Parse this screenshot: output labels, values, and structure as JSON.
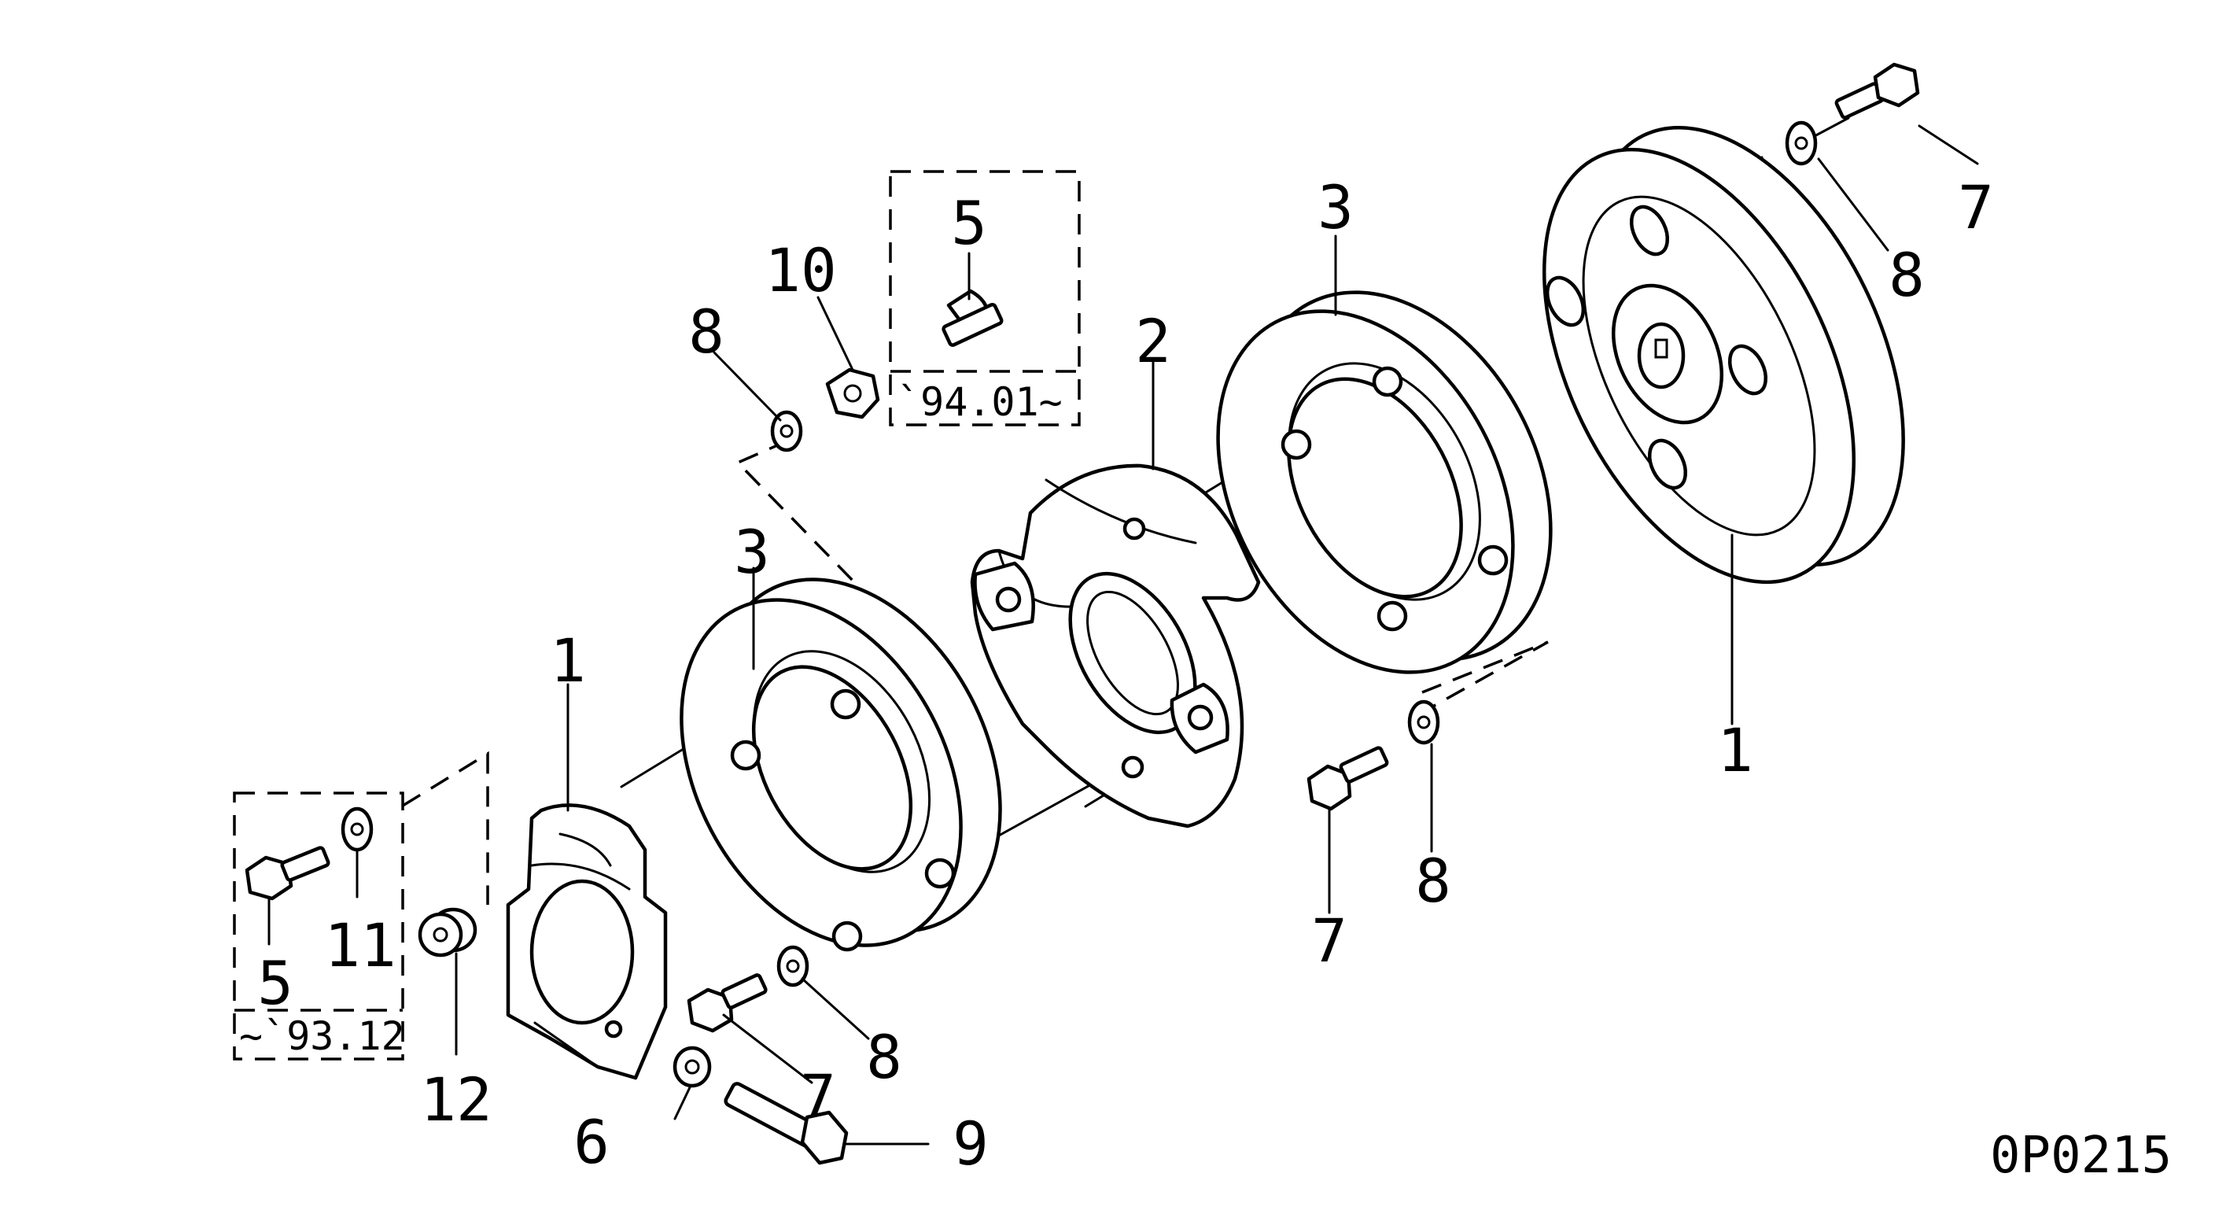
{
  "drawing_code": "0P0215",
  "labels": {
    "l1_left": "1",
    "l1_right": "1",
    "l2": "2",
    "l3_left": "3",
    "l3_right": "3",
    "l5_top": "5",
    "l5_left": "5",
    "l6": "6",
    "l7_top": "7",
    "l7_mid": "7",
    "l7_low": "7",
    "l8_top": "8",
    "l8_upper": "8",
    "l8_mid": "8",
    "l8_low": "8",
    "l9": "9",
    "l10": "10",
    "l11": "11",
    "l12": "12"
  },
  "date_ranges": {
    "from_94_01": "`94.01~",
    "until_93_12": "~`93.12"
  }
}
